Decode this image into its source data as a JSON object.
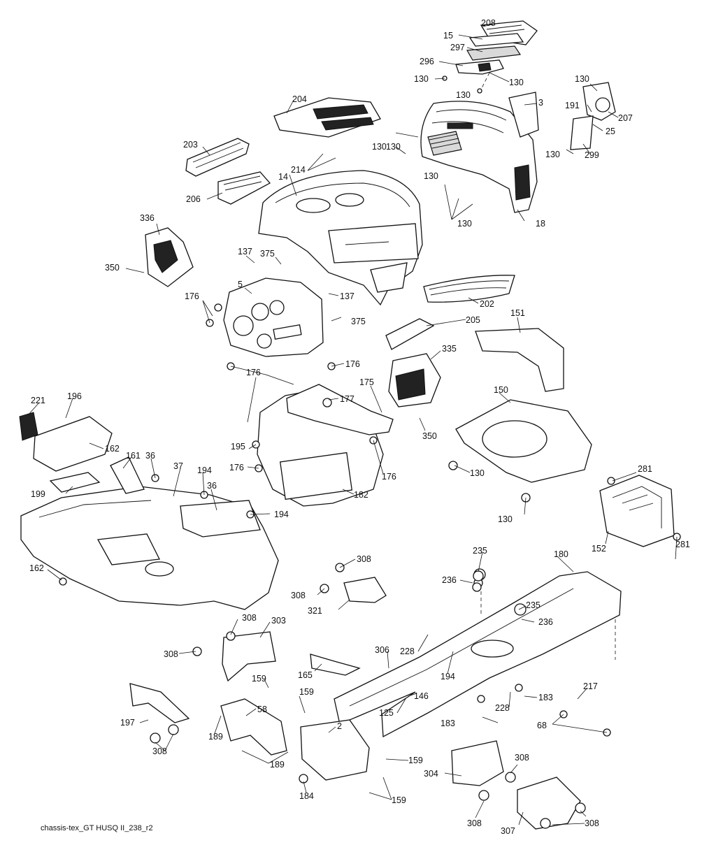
{
  "diagram": {
    "caption": "chassis-tex_GT HUSQ II_238_r2",
    "labels": [
      "208",
      "15",
      "297",
      "296",
      "130",
      "130",
      "130",
      "3",
      "130",
      "191",
      "207",
      "25",
      "130",
      "299",
      "204",
      "130",
      "130",
      "214",
      "203",
      "14",
      "206",
      "130",
      "130",
      "18",
      "336",
      "137",
      "375",
      "350",
      "5",
      "137",
      "202",
      "176",
      "375",
      "205",
      "151",
      "176",
      "335",
      "176",
      "175",
      "177",
      "221",
      "196",
      "150",
      "350",
      "162",
      "161",
      "36",
      "37",
      "194",
      "36",
      "195",
      "176",
      "130",
      "176",
      "182",
      "199",
      "194",
      "130",
      "281",
      "152",
      "281",
      "162",
      "308",
      "180",
      "235",
      "236",
      "308",
      "321",
      "235",
      "236",
      "308",
      "303",
      "308",
      "228",
      "306",
      "165",
      "194",
      "159",
      "146",
      "183",
      "217",
      "183",
      "68",
      "159",
      "58",
      "189",
      "2",
      "125",
      "197",
      "228",
      "189",
      "159",
      "308",
      "304",
      "184",
      "159",
      "308",
      "308",
      "307",
      "308"
    ]
  }
}
